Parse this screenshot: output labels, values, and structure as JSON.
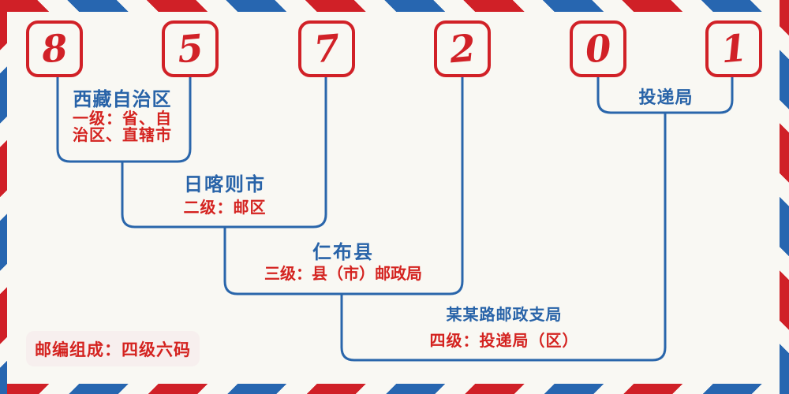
{
  "diagram": {
    "digits": [
      "8",
      "5",
      "7",
      "2",
      "0",
      "1"
    ],
    "levels": [
      {
        "title": "西藏自治区",
        "desc_lines": [
          "一级：省、自",
          "治区、直辖市"
        ]
      },
      {
        "title": "日喀则市",
        "desc_lines": [
          "二级：邮区"
        ]
      },
      {
        "title": "仁布县",
        "desc_lines": [
          "三级：县（市）邮政局"
        ]
      },
      {
        "title": "某某路邮政支局",
        "desc_lines": [
          "四级：投递局（区）"
        ]
      }
    ],
    "delivery_label": "投递局",
    "badge_label": "邮编组成：四级六码"
  },
  "colors": {
    "digit_red": "#d12127",
    "text_red": "#d42320",
    "text_blue": "#2863a8",
    "connector_blue": "#2a66ab",
    "stripe_red": "#d02027",
    "stripe_blue": "#2766b0",
    "badge_background": "#f7efee",
    "page_background": "#f9f8f3"
  }
}
